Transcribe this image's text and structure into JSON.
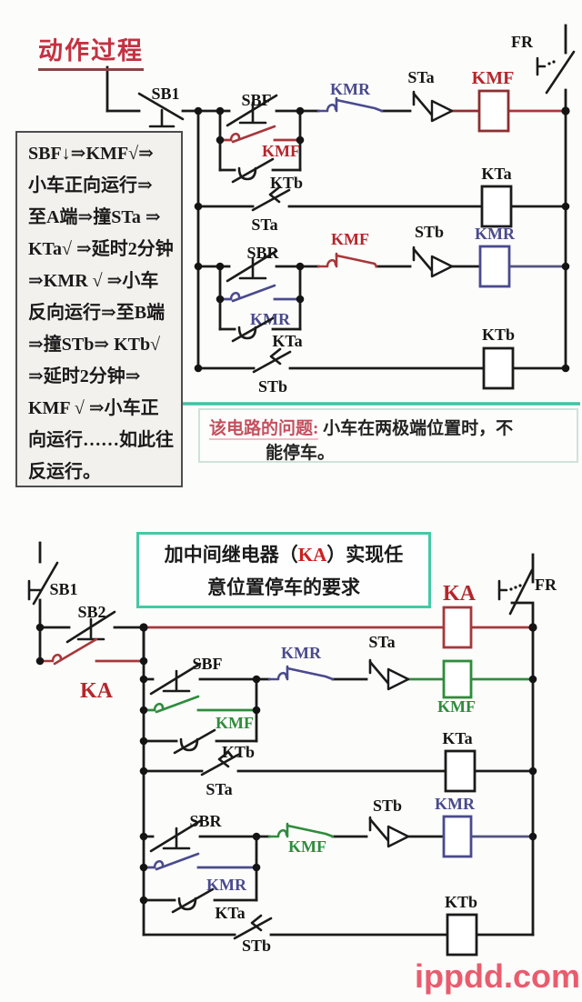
{
  "colors": {
    "wire": "#1b1b1b",
    "red_wire": "#a8373a",
    "dark_red": "#8e2f2f",
    "blue": "#4a4a8e",
    "green": "#2f8c3c",
    "teal_separator": "#41c2a2",
    "solution_border": "#44c9a5",
    "title_red": "#c53040",
    "problem_label_red": "#c4505e",
    "ka_red": "#cc1f1f",
    "watermark_pink": "#e94f62"
  },
  "header": {
    "title": "动作过程"
  },
  "action_box": {
    "lines": [
      "SBF↓⇒KMF√⇒",
      "小车正向运行⇒",
      "至A端⇒撞STa ⇒",
      "KTa√ ⇒延时2分钟",
      "⇒KMR √ ⇒小车",
      "反向运行⇒至B端",
      "⇒撞STb⇒ KTb√",
      "⇒延时2分钟⇒",
      "KMF √ ⇒小车正",
      "向运行……如此往",
      "反运行。"
    ]
  },
  "problem_box": {
    "label": "该电路的问题:",
    "text_line1": " 小车在两极端位置时，不",
    "text_line2": "能停车。"
  },
  "solution_box": {
    "line1_pre": "加中间继电器（",
    "line1_ka": "KA",
    "line1_post": "）实现任",
    "line2": "意位置停车的要求"
  },
  "watermark": {
    "text": "ippdd.com"
  },
  "top_circuit": {
    "labels": {
      "fr": "FR",
      "sb1": "SB1",
      "sbf": "SBF",
      "kmf_aux": "KMF",
      "ktb_aux": "KTb",
      "kmr_interlock": "KMR",
      "sta_nc": "STa",
      "kmf_coil": "KMF",
      "sta_no": "STa",
      "kta_coil": "KTa",
      "sbr": "SBR",
      "kmr_aux": "KMR",
      "kta_aux": "KTa",
      "kmf_interlock": "KMF",
      "stb_nc": "STb",
      "kmr_coil": "KMR",
      "stb_no": "STb",
      "ktb_coil": "KTb"
    }
  },
  "bottom_circuit": {
    "labels": {
      "sb1": "SB1",
      "sb2": "SB2",
      "ka_aux": "KA",
      "ka_coil": "KA",
      "fr": "FR",
      "sbf": "SBF",
      "kmf_aux": "KMF",
      "ktb_aux": "KTb",
      "kmr_interlock": "KMR",
      "sta_nc": "STa",
      "kmf_coil": "KMF",
      "sta_no": "STa",
      "kta_coil": "KTa",
      "sbr": "SBR",
      "kmr_aux": "KMR",
      "kta_aux": "KTa",
      "kmf_interlock": "KMF",
      "stb_nc": "STb",
      "kmr_coil": "KMR",
      "stb_no": "STb",
      "ktb_coil": "KTb"
    }
  }
}
